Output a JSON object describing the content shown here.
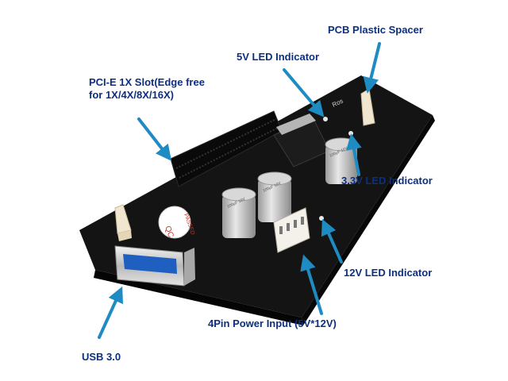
{
  "annotations": {
    "pcie_slot": {
      "line1": "PCI-E 1X  Slot(Edge free",
      "line2": "for 1X/4X/8X/16X)"
    },
    "usb": "USB 3.0",
    "power_input": "4Pin Power Input (5V*12V)",
    "led_12v": "12V LED Indicator",
    "led_33v": "3.3V LED Indicator",
    "led_5v": "5V LED Indicator",
    "spacer": "PCB Plastic Spacer"
  },
  "board_markings": {
    "passed": "PASSED",
    "qc": "QC",
    "cap_text": "100µF 16V",
    "ros": "Ros"
  },
  "colors": {
    "label_text": "#0d2f80",
    "arrow": "#1e8bc3",
    "pcb": "#141414",
    "usb_blue": "#1f5fbf"
  }
}
